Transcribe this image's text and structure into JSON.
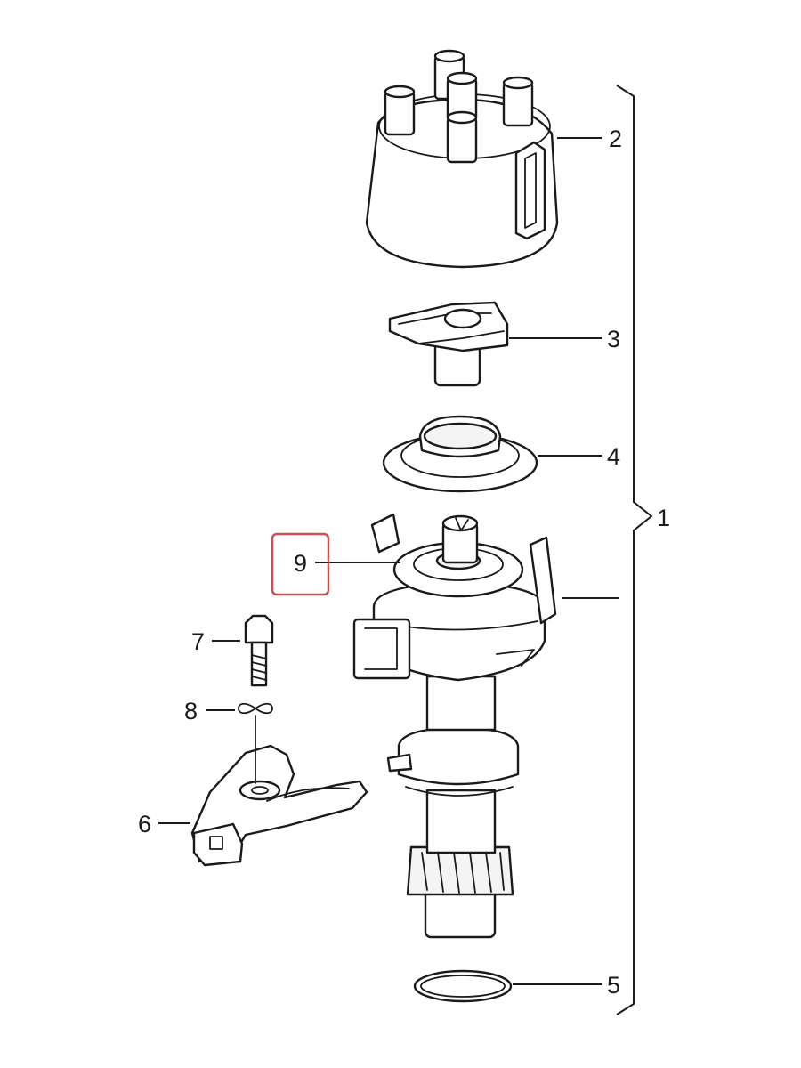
{
  "callouts": {
    "c1": "1",
    "c2": "2",
    "c3": "3",
    "c4": "4",
    "c5": "5",
    "c6": "6",
    "c7": "7",
    "c8": "8",
    "c9": "9"
  },
  "colors": {
    "line": "#1a1a1a",
    "highlight": "#c8504f",
    "background": "#ffffff"
  }
}
